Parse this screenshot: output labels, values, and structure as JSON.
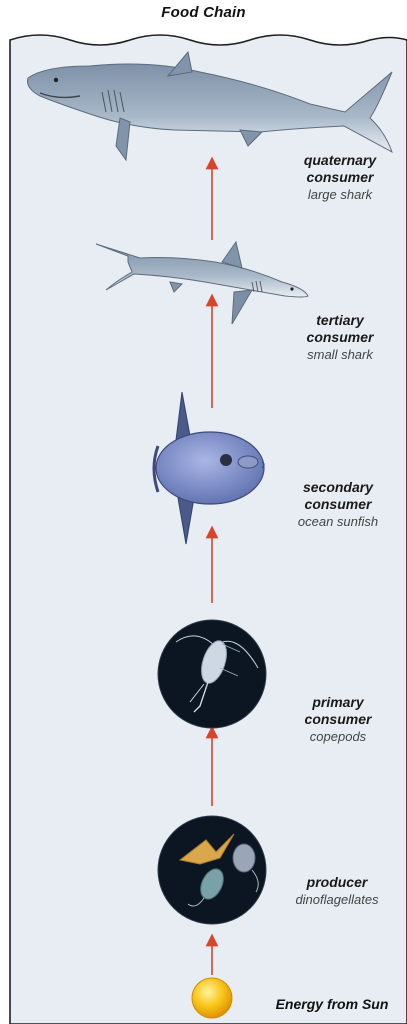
{
  "title": "Food Chain",
  "levels": [
    {
      "role_line1": "quaternary",
      "role_line2": "consumer",
      "species": "large shark"
    },
    {
      "role_line1": "tertiary",
      "role_line2": "consumer",
      "species": "small shark"
    },
    {
      "role_line1": "secondary",
      "role_line2": "consumer",
      "species": "ocean sunfish"
    },
    {
      "role_line1": "primary",
      "role_line2": "consumer",
      "species": "copepods"
    },
    {
      "role_line1": "producer",
      "role_line2": "",
      "species": "dinoflagellates"
    }
  ],
  "energy_source": "Energy from Sun",
  "colors": {
    "water": "#e7edf3",
    "arrow": "#d8452c",
    "sun": "#f5b800",
    "shark": "#8d9fb4",
    "sunfish": "#7d8ec5",
    "micro_circle": "#0c1622"
  }
}
